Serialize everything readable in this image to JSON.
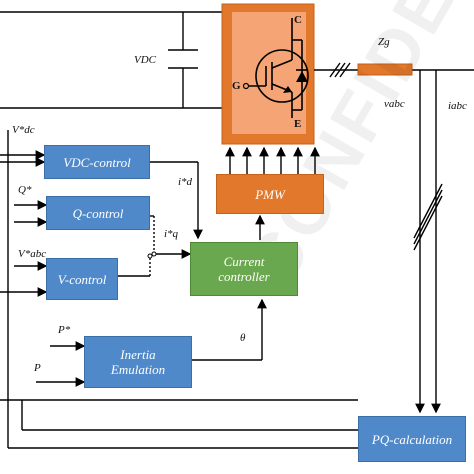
{
  "blocks": {
    "vdc_control": "VDC-control",
    "q_control": "Q-control",
    "v_control": "V-control",
    "current_controller_line1": "Current",
    "current_controller_line2": "controller",
    "pwm": "PMW",
    "inertia_line1": "Inertia",
    "inertia_line2": "Emulation",
    "pq_calculation": "PQ-calculation"
  },
  "labels": {
    "vdc_ref": "V*dc",
    "q_ref": "Q*",
    "vabc_ref": "V*abc",
    "p_ref": "P*",
    "p_meas": "P",
    "id_ref": "i*d",
    "iq_ref": "i*q",
    "theta": "θ",
    "vdc": "VDC",
    "zg": "Zg",
    "vabc": "vabc",
    "iabc": "iabc",
    "collector": "C",
    "gate": "G",
    "emitter": "E"
  },
  "watermark": "CONFIDENTIAL",
  "colors": {
    "blue_block": "#4f89c9",
    "green_block": "#6aa84f",
    "orange_block": "#e2782c",
    "switch_panel": "#f4a475"
  }
}
